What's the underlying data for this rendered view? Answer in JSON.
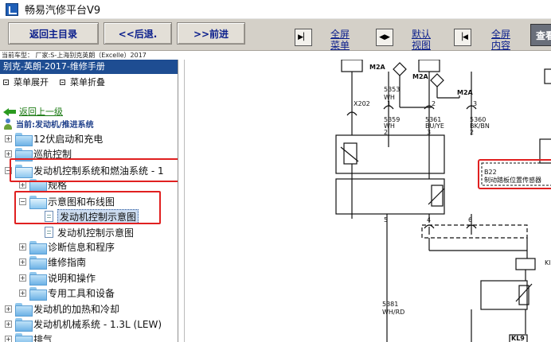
{
  "app": {
    "title": "畅易汽修平台V9"
  },
  "toolbar": {
    "back_main": "返回主目录",
    "prev": "<<后退.",
    "next": ">>前进",
    "full_menu": [
      "全屏",
      "菜单"
    ],
    "default_view": [
      "默认",
      "视图"
    ],
    "full_content": [
      "全屏",
      "内容"
    ],
    "search": "查看"
  },
  "vehicle": "当前车型： 厂家:S-上海别克英朗（Excelle）2017",
  "left": {
    "manual_title": "别克-英朗-2017-维修手册",
    "expand_all": "菜单展开",
    "collapse_all": "菜单折叠",
    "back_up": "返回上一级",
    "current": "当前:发动机/推进系统",
    "tree": [
      "12伏启动和充电",
      "巡航控制",
      "发动机控制系统和燃油系统 - 1",
      "规格",
      "示意图和布线图",
      "发动机控制示意图",
      "发动机控制示意图",
      "诊断信息和程序",
      "维修指南",
      "说明和操作",
      "专用工具和设备",
      "发动机的加热和冷却",
      "发动机机械系统 - 1.3L (LEW)",
      "排气"
    ]
  },
  "diagram": {
    "labels": {
      "m2a_1": "M2A",
      "m2a_2": "M2A",
      "m2a_3": "M2A",
      "w5353": "5353",
      "wh": "WH",
      "x202": "X202",
      "p1": "1",
      "p2": "2",
      "p3": "3",
      "w5359": "5359",
      "wh2": "WH",
      "w5361": "5361",
      "buye": "BU/YE",
      "w5360": "5360",
      "bkbn": "BK/BN",
      "s2": "2",
      "s3": "3",
      "s2b": "2",
      "b22": "B22",
      "b22desc": "制动踏板位置传感器",
      "n5": "5",
      "n4": "4",
      "n6": "6",
      "kl": "Kl",
      "w5381": "5381",
      "whrd": "WH/RD",
      "kl9": "KL9"
    }
  }
}
